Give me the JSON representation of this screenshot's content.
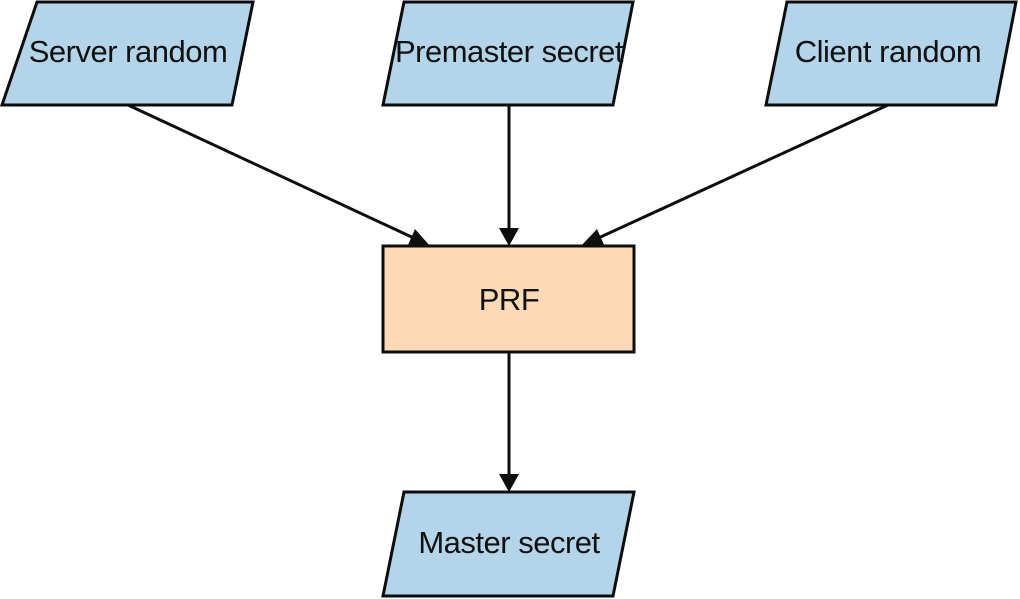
{
  "colors": {
    "input_fill": "#b3d4e9",
    "process_fill": "#fcdab6",
    "stroke": "#0d0d0d",
    "background": "#ffffff"
  },
  "nodes": {
    "server_random": {
      "label": "Server random",
      "shape": "parallelogram"
    },
    "premaster_secret": {
      "label": "Premaster secret",
      "shape": "parallelogram"
    },
    "client_random": {
      "label": "Client random",
      "shape": "parallelogram"
    },
    "prf": {
      "label": "PRF",
      "shape": "rectangle"
    },
    "master_secret": {
      "label": "Master secret",
      "shape": "parallelogram"
    }
  },
  "edges": [
    {
      "from": "server_random",
      "to": "prf"
    },
    {
      "from": "premaster_secret",
      "to": "prf"
    },
    {
      "from": "client_random",
      "to": "prf"
    },
    {
      "from": "prf",
      "to": "master_secret"
    }
  ]
}
